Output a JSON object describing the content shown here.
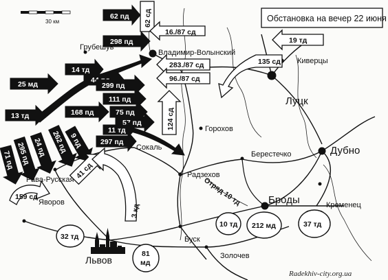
{
  "title": "Обстановка на вечер 22 июня",
  "scale_label": "30 км",
  "watermark": "Radekhiv-city.org.ua",
  "cities": {
    "vladimir": "Владимир-Волынский",
    "lutsk": "Луцк",
    "kivertsy": "Киверцы",
    "grubeshuv": "Грубешув",
    "gorokhov": "Горохов",
    "sokal": "Сокаль",
    "radekhov": "Радзехов",
    "berestechko": "Берестечко",
    "dubno": "Дубно",
    "rava": "Рава-Русская",
    "brody": "Броды",
    "kremenets": "Кременец",
    "yavorov": "Яворов",
    "busk": "Буск",
    "zolochev": "Золочев",
    "lvov": "Львов"
  },
  "german_units": {
    "u62pd": "62 пд",
    "u298pd": "298 пд",
    "u14td": "14 тд",
    "u44pd": "44 пд",
    "u25md": "25 мд",
    "u299pd": "299 пд",
    "u111pd": "111 пд",
    "u13td": "13 тд",
    "u168pd": "168 пд",
    "u75pd": "75 пд",
    "u57pd": "57 пд",
    "u11td": "11 тд",
    "u297pd": "297 пд",
    "u9pd": "9 пд",
    "u262pd": "262 пд",
    "u24pd": "24 пд",
    "u295pd": "295 пд",
    "u71pd": "71 пд"
  },
  "soviet_units": {
    "u62sd": "62 сд",
    "u16_87": "16./87 сд",
    "u283_87": "283./87 сд",
    "u96_87": "96./87 сд",
    "u19td": "19 тд",
    "u135sd": "135 сд",
    "u124sd": "124 сд",
    "u41sd": "41 сд",
    "u159sd": "159 сд",
    "u3kd": "3 кд",
    "otryad": "Отряд 10 тд",
    "c10td": "10 тд",
    "c212md": "212 мд",
    "c37td": "37 тд",
    "c32td": "32 тд",
    "c81md_a": "81",
    "c81md_b": "мд"
  },
  "colors": {
    "german": "#111111",
    "soviet": "#ffffff",
    "ink": "#111111"
  }
}
